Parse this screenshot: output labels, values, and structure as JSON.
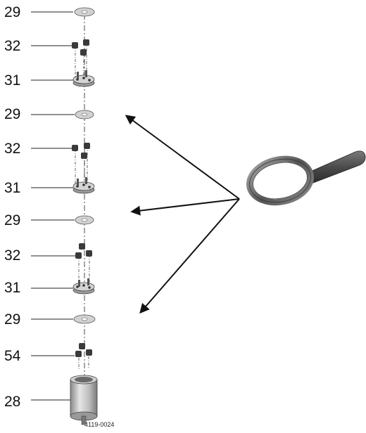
{
  "callouts": [
    {
      "number": "29"
    },
    {
      "number": "32"
    },
    {
      "number": "31"
    },
    {
      "number": "29"
    },
    {
      "number": "32"
    },
    {
      "number": "31"
    },
    {
      "number": "29"
    },
    {
      "number": "32"
    },
    {
      "number": "31"
    },
    {
      "number": "29"
    },
    {
      "number": "54"
    },
    {
      "number": "28"
    }
  ],
  "drawing_id": "4119-0024",
  "magnifier_icon": "magnifying-glass-icon",
  "colors": {
    "line": "#222222",
    "part_gray": "#c8c8c8",
    "part_dark": "#3a3a3a",
    "handle": "#4a4a4a"
  }
}
